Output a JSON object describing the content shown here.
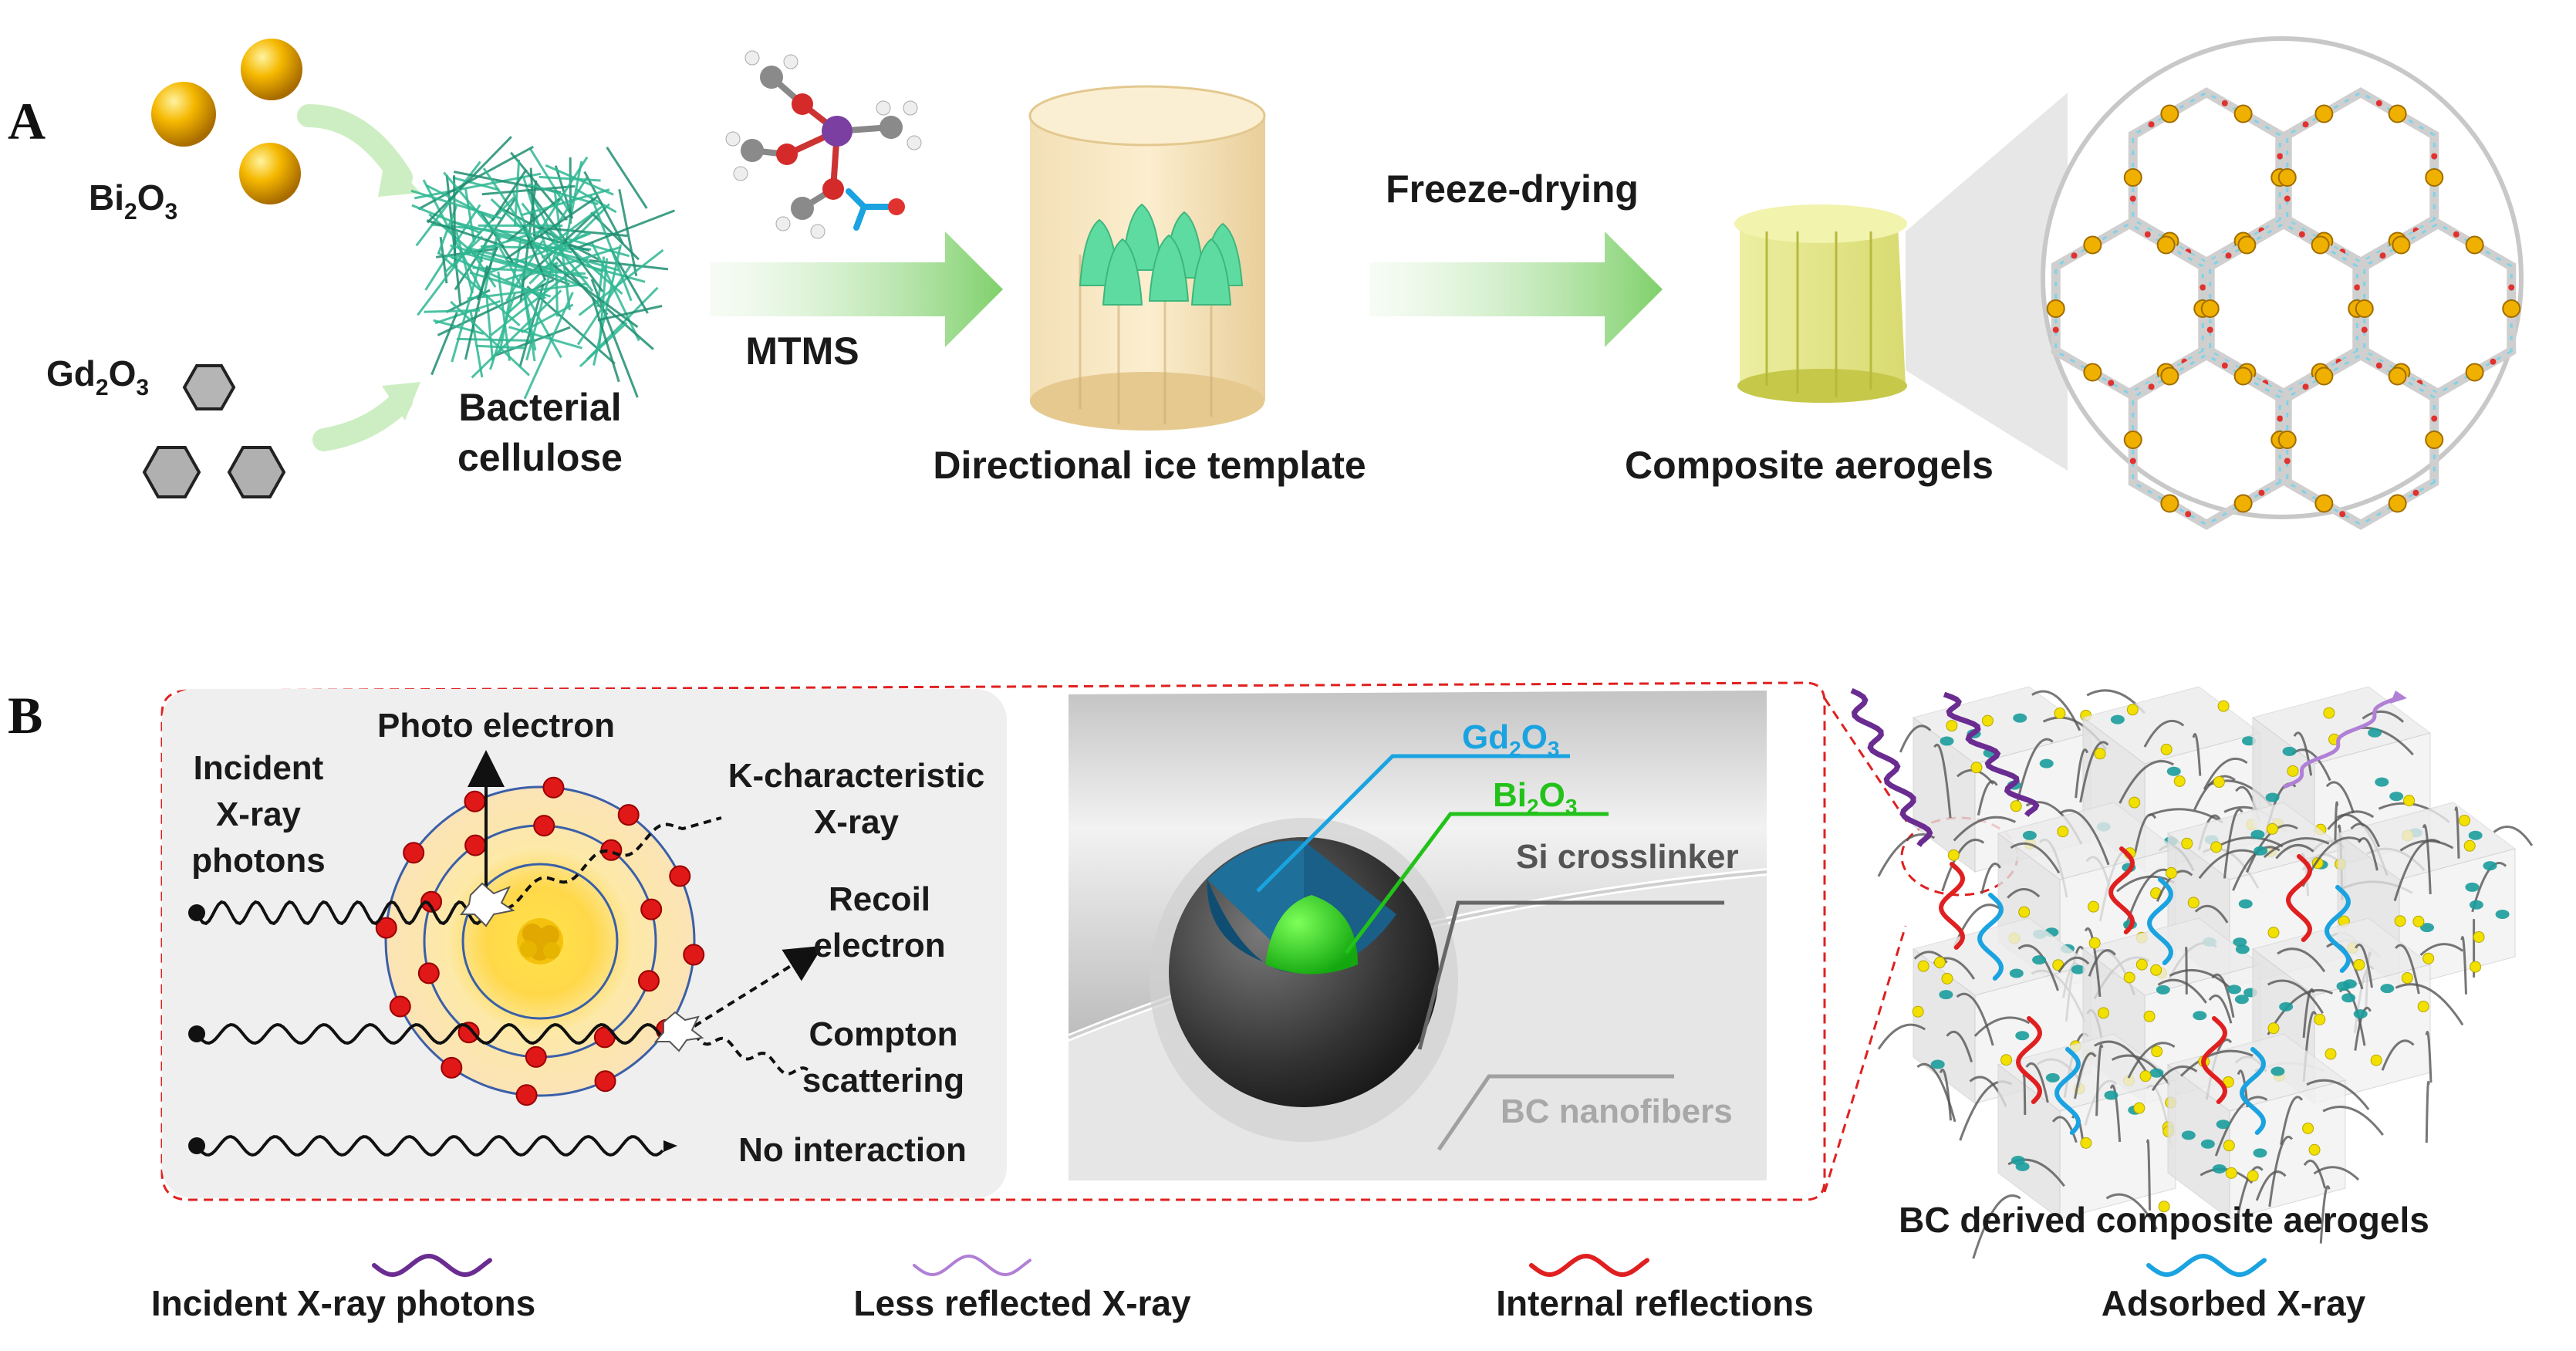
{
  "panel_a": {
    "letter": "A",
    "bi2o3": {
      "base": "Bi",
      "sub1": "2",
      "mid": "O",
      "sub2": "3"
    },
    "gd2o3": {
      "base": "Gd",
      "sub1": "2",
      "mid": "O",
      "sub2": "3"
    },
    "bacterial_line1": "Bacterial",
    "bacterial_line2": "cellulose",
    "mtms": "MTMS",
    "ice_template": "Directional  ice template",
    "freeze_drying": "Freeze-drying",
    "composite_aerogels": "Composite  aerogels"
  },
  "panel_b": {
    "letter": "B",
    "photo_electron": "Photo electron",
    "incident_1": "Incident",
    "incident_2": "X-ray",
    "incident_3": "photons",
    "k_char_1": "K-characteristic",
    "k_char_2": "X-ray",
    "recoil_1": "Recoil",
    "recoil_2": "electron",
    "compton_1": "Compton",
    "compton_2": "scattering",
    "no_interaction": "No interaction",
    "gd2o3": {
      "base": "Gd",
      "sub1": "2",
      "mid": "O",
      "sub2": "3"
    },
    "bi2o3": {
      "base": "Bi",
      "sub1": "2",
      "mid": "O",
      "sub2": "3"
    },
    "si_crosslinker": "Si crosslinker",
    "bc_nanofibers": "BC nanofibers",
    "bc_derived": "BC derived composite aerogels"
  },
  "legend": [
    {
      "label": "Incident X-ray photons",
      "color": "#6a2c91"
    },
    {
      "label": "Less reflected X-ray",
      "color": "#b07fd6"
    },
    {
      "label": "Internal reflections",
      "color": "#e02020"
    },
    {
      "label": "Adsorbed X-ray",
      "color": "#1aa3e0"
    }
  ],
  "colors": {
    "bi_sphere": "#e8a800",
    "gd_hex": "#a9a9a9",
    "cellulose": "#2fb893",
    "arrow_green": "#9ed98a",
    "dashed_red": "#e02020",
    "gd_label": "#1aa3e0",
    "bi_label": "#22c21a"
  }
}
